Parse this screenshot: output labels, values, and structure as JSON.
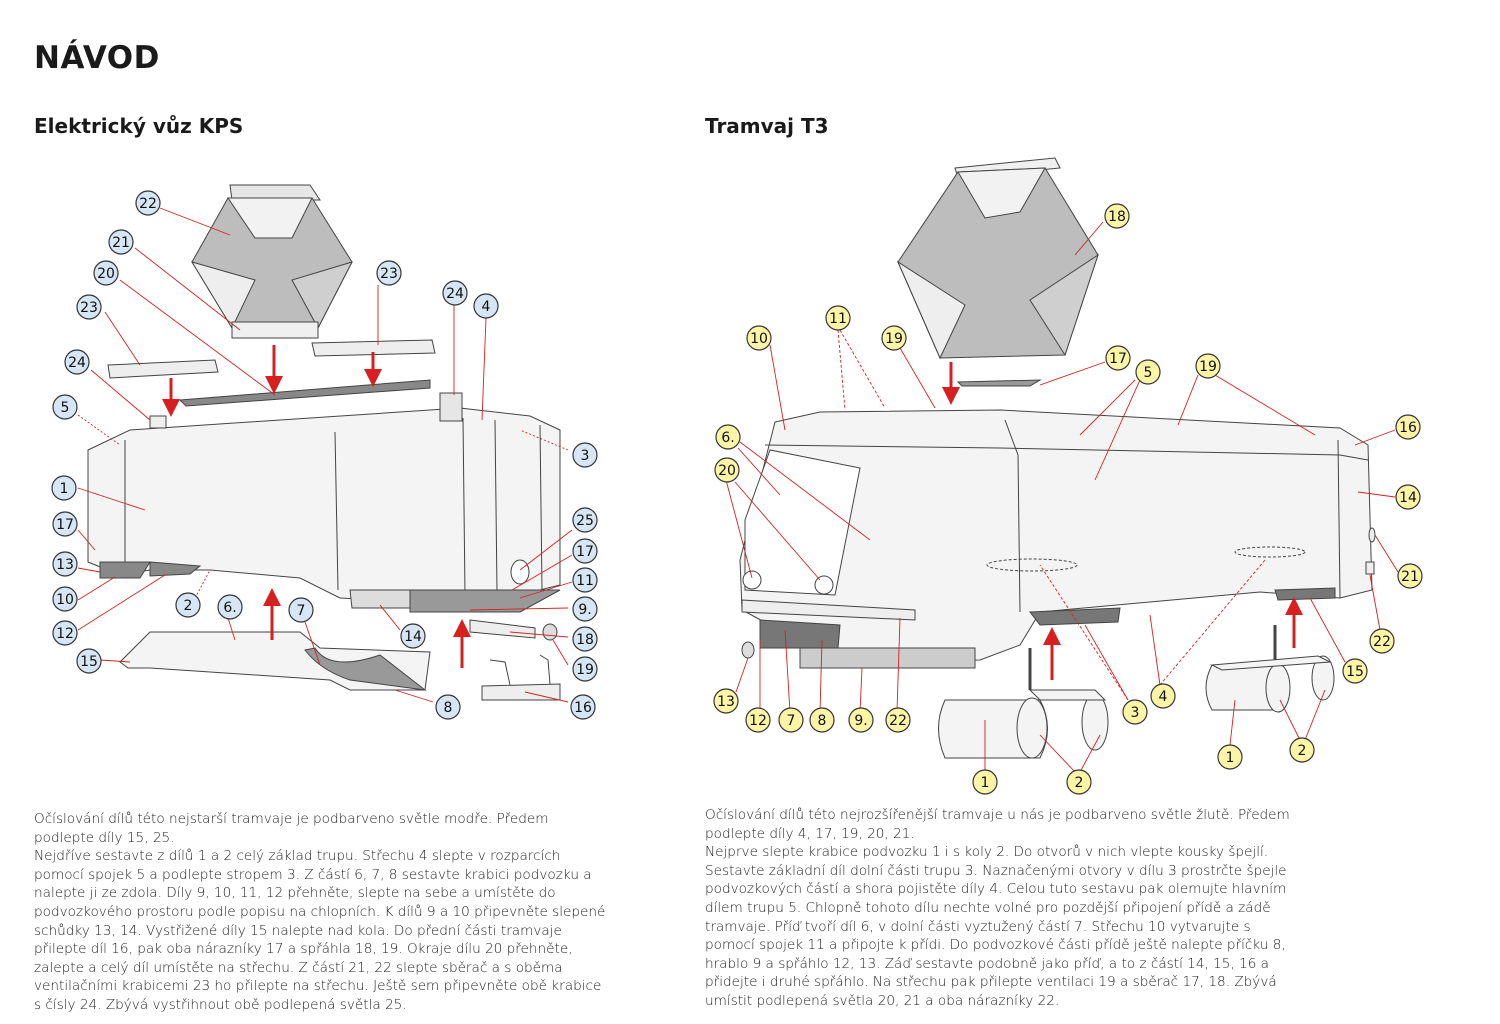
{
  "page_title": "NÁVOD",
  "left": {
    "title": "Elektrický vůz KPS",
    "labels": [
      "22",
      "21",
      "20",
      "23",
      "23",
      "24",
      "4",
      "24",
      "5",
      "3",
      "1",
      "17",
      "13",
      "10",
      "12",
      "2",
      "6.",
      "7",
      "25",
      "17",
      "11",
      "9.",
      "14",
      "18",
      "19",
      "16",
      "15",
      "8"
    ],
    "label_color": "#d6e6f4",
    "para1": "Očíslování dílů této nejstarší tramvaje je podbarveno světle modře. Předem podlepte díly 15, 25.",
    "para2": "Nejdříve sestavte z dílů 1 a 2 celý základ trupu. Střechu 4 slepte v rozparcích pomocí spojek 5 a podlepte stropem 3. Z částí 6, 7, 8 sestavte krabici podvozku a nalepte ji ze zdola. Díly 9, 10, 11, 12 přehněte, slepte na sebe a umístěte do podvozkového prostoru podle popisu na chlopních. K dílů 9 a 10 připevněte slepené schůdky 13, 14. Vystřižené díly 15 nalepte nad kola. Do přední části tramvaje přilepte díl 16, pak oba nárazníky 17 a spřáhla 18, 19. Okraje dílu 20 přehněte, zalepte a celý díl umístěte na střechu. Z částí 21, 22 slepte sběrač a s oběma ventilačními krabicemi 23 ho přilepte na střechu. Ještě sem připevněte obě krabice s čísly 24. Zbývá vystřihnout obě podlepená světla 25."
  },
  "right": {
    "title": "Tramvaj T3",
    "labels": [
      "18",
      "11",
      "10",
      "19",
      "17",
      "5",
      "19",
      "16",
      "6.",
      "20",
      "14",
      "21",
      "22",
      "15",
      "13",
      "12",
      "7",
      "8",
      "9.",
      "22",
      "3",
      "4",
      "1",
      "2",
      "1",
      "2"
    ],
    "label_color": "#fdf5a6",
    "para1": "Očíslování dílů této nejrozšířenější tramvaje u nás je podbarveno světle žlutě. Předem podlepte díly 4, 17, 19, 20, 21.",
    "para2": "Nejprve slepte krabice podvozku 1 i s koly 2. Do otvorů v nich vlepte kousky špejlí. Sestavte základní díl dolní části trupu 3. Naznačenými otvory v dílu 3 prostrčte špejle podvozkových částí a shora pojistěte díly 4. Celou tuto sestavu pak olemujte hlavním dílem trupu 5. Chlopně tohoto dílu nechte volné pro pozdější připojení přídě a zádě tramvaje. Příď tvoří díl 6, v dolní části vyztužený částí 7. Střechu 10 vytvarujte s pomocí spojek 11 a připojte k přídi. Do podvozkové části přídě ještě nalepte příčku 8, hrablo 9 a spřáhlo 12, 13. Záď sestavte podobně jako příď, a to z částí 14, 15, 16 a přidejte i druhé spřáhlo. Na střechu pak přilepte ventilaci 19 a sběrač 17, 18. Zbývá umístit podlepená světla 20, 21 a oba nárazníky 22."
  }
}
